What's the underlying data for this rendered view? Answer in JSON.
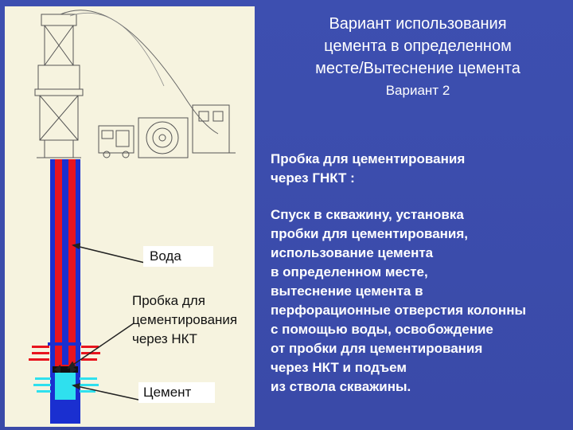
{
  "title": [
    "Вариант использования",
    "цемента в определенном",
    "месте/Вытеснение цемента"
  ],
  "subtitle": "Вариант 2",
  "heading": [
    "Пробка для цементирования",
    "через ГНКТ :"
  ],
  "description": [
    "Спуск в скважину, установка",
    "пробки для цементирования,",
    "использование цемента",
    "в определенном месте,",
    "вытеснение цемента в",
    "перфорационные отверстия колонны",
    "с помощью воды, освобождение",
    "от пробки для цементирования",
    "через НКТ и подъем",
    "из ствола скважины."
  ],
  "labels": {
    "water": "Вода",
    "plug": [
      "Пробка для",
      "цементирования",
      "через НКТ"
    ],
    "cement": "Цемент"
  },
  "colors": {
    "background": "#3d4fb0",
    "panel": "#f6f3df",
    "casing": "#1a2fd0",
    "water": "#e8141e",
    "cement": "#2fe0ee",
    "perforation": "#e8141e"
  }
}
